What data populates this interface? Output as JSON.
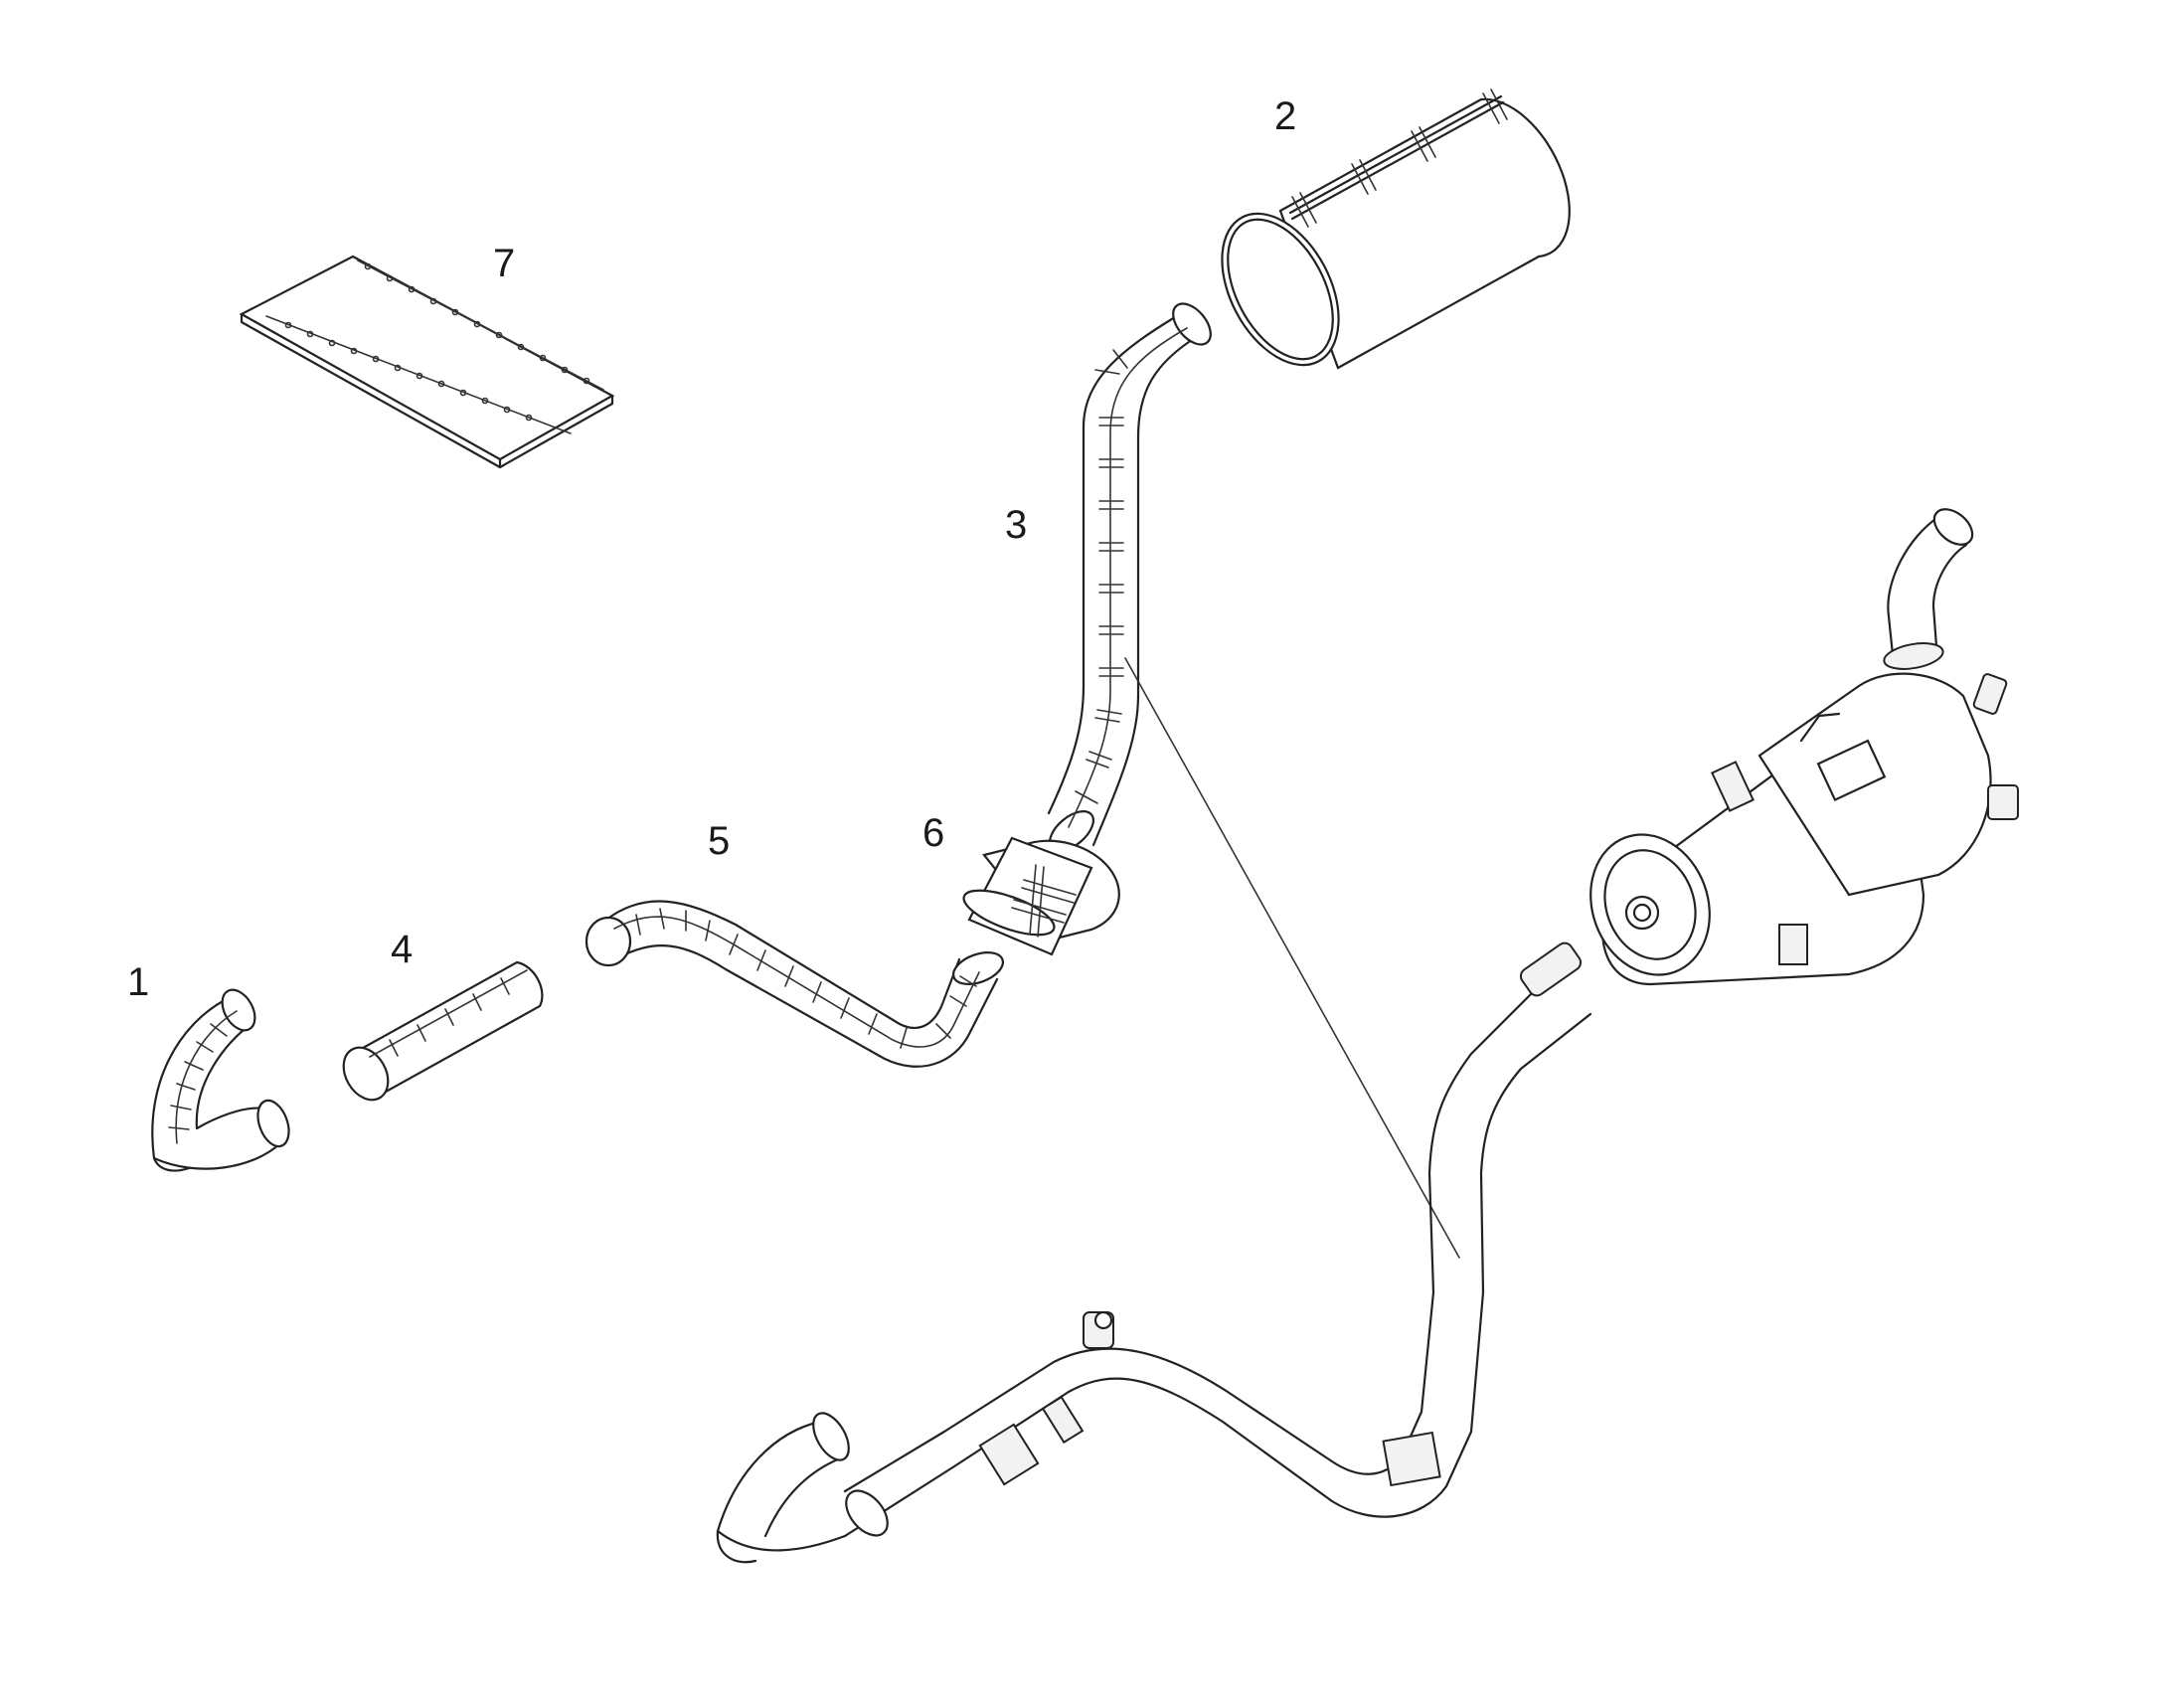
{
  "callouts": [
    {
      "id": "1",
      "label": "1"
    },
    {
      "id": "2",
      "label": "2"
    },
    {
      "id": "3",
      "label": "3"
    },
    {
      "id": "4",
      "label": "4"
    },
    {
      "id": "5",
      "label": "5"
    },
    {
      "id": "6",
      "label": "6"
    },
    {
      "id": "7",
      "label": "7"
    }
  ],
  "colors": {
    "line": "#222222",
    "background": "#ffffff"
  }
}
